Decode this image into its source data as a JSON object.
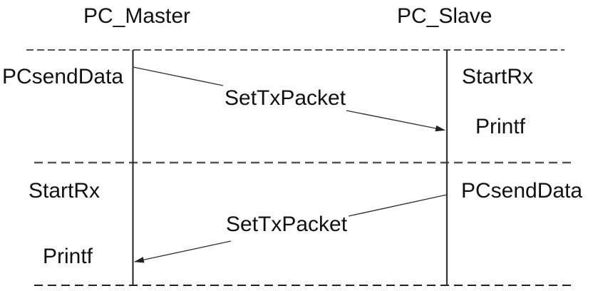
{
  "diagram": {
    "type": "sequence-diagram",
    "actors": [
      {
        "label": "PC_Master"
      },
      {
        "label": "PC_Slave"
      }
    ],
    "exchanges": [
      {
        "direction": "PC_Master to PC_Slave",
        "sender_call_label": "PCsendData",
        "message_label": "SetTxPacket",
        "receiver_rx_label": "StartRx",
        "receiver_print_label": "Printf"
      },
      {
        "direction": "PC_Slave to PC_Master",
        "sender_call_label": "PCsendData",
        "message_label": "SetTxPacket",
        "receiver_rx_label": "StartRx",
        "receiver_print_label": "Printf"
      }
    ],
    "colors": {
      "text": "#111111",
      "line": "#222222",
      "divider": "#555555",
      "background": "#ffffff"
    }
  }
}
